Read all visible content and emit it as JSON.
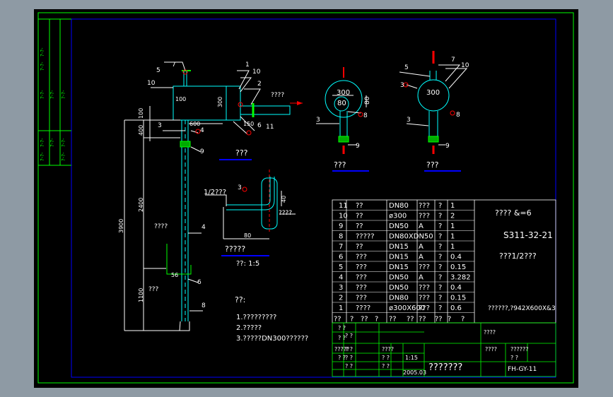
{
  "colors": {
    "canvas": "#000000",
    "frame": "#00ff00",
    "line": "#ffffff",
    "pipe": "#00ffff",
    "dim": "#ff0000",
    "text": "#ffffff",
    "underline": "#0000ff",
    "table": "#ffffff",
    "title_block": "#00ff00"
  },
  "side_strip": {
    "labels": [
      "?-?-",
      "?-?-",
      "?-?-",
      "?-?-",
      "?-?-",
      "?-?-",
      "?-?-",
      "?-?-",
      "?-?-",
      "?-?-"
    ]
  },
  "elevation_view": {
    "callouts": [
      "7",
      "5",
      "10",
      "1",
      "10",
      "2",
      "3",
      "4",
      "6",
      "11",
      "9",
      "4",
      "6",
      "8"
    ],
    "dims": [
      "100",
      "300",
      "100",
      "600",
      "150",
      "400",
      "2400",
      "3900",
      "1100",
      "56"
    ],
    "labels": {
      "inlet": "????",
      "caption": "???",
      "upper_note": "????",
      "lower_note": "???"
    }
  },
  "plan_view_left": {
    "callouts": [
      "3",
      "8",
      "9"
    ],
    "dims": [
      "300",
      "80",
      "80"
    ],
    "caption": "???"
  },
  "plan_view_right": {
    "callouts": [
      "7",
      "5",
      "10",
      "3",
      "3",
      "8",
      "9"
    ],
    "dims": [
      "300"
    ],
    "caption": "???"
  },
  "detail_view": {
    "slope_label": "1/2???",
    "callout": "3",
    "dims": [
      "40",
      "80"
    ],
    "side_label": "????",
    "caption": "?????",
    "scale": "??: 1:5"
  },
  "notes": {
    "title": "??:",
    "items": [
      "1.?????????",
      "2.?????",
      "3.?????DN300??????"
    ]
  },
  "parts_table": {
    "rows": [
      {
        "no": "11",
        "name": "??",
        "spec": "DN80",
        "mat": "???",
        "unit": "?",
        "qty": "1",
        "note": ""
      },
      {
        "no": "10",
        "name": "??",
        "spec": "ø300",
        "mat": "???",
        "unit": "?",
        "qty": "2",
        "note": ""
      },
      {
        "no": "9",
        "name": "??",
        "spec": "DN50",
        "mat": "A",
        "unit": "?",
        "qty": "1",
        "note": ""
      },
      {
        "no": "8",
        "name": "?????",
        "spec": "DN80XDN50",
        "mat": "",
        "unit": "?",
        "qty": "1",
        "note": ""
      },
      {
        "no": "7",
        "name": "??",
        "spec": "DN15",
        "mat": "A",
        "unit": "?",
        "qty": "1",
        "note": ""
      },
      {
        "no": "6",
        "name": "???",
        "spec": "DN15",
        "mat": "A",
        "unit": "?",
        "qty": "0.4",
        "note": ""
      },
      {
        "no": "5",
        "name": "???",
        "spec": "DN15",
        "mat": "???",
        "unit": "?",
        "qty": "0.15",
        "note": ""
      },
      {
        "no": "4",
        "name": "???",
        "spec": "DN50",
        "mat": "A",
        "unit": "?",
        "qty": "3.282",
        "note": ""
      },
      {
        "no": "3",
        "name": "???",
        "spec": "DN50",
        "mat": "???",
        "unit": "?",
        "qty": "0.4",
        "note": ""
      },
      {
        "no": "2",
        "name": "???",
        "spec": "DN80",
        "mat": "???",
        "unit": "?",
        "qty": "0.15",
        "note": ""
      },
      {
        "no": "1",
        "name": "????",
        "spec": "ø300X600",
        "mat": "???",
        "unit": "?",
        "qty": "0.6",
        "note": "??????,?942X600X&3"
      }
    ],
    "header": [
      "??",
      "?",
      "??",
      "?",
      "??",
      "??",
      "??",
      "??",
      "?",
      "?"
    ],
    "right_notes": [
      "????  &=6",
      "S311-32-21",
      "???1/2???"
    ]
  },
  "title_block": {
    "cells": [
      "? ?",
      "? ?",
      "? ?",
      "?????",
      "? ?",
      "? ?",
      "????",
      "? ?",
      "? ?",
      "1:15",
      "? ?",
      "? ?",
      "2005.03",
      "????",
      "????",
      "??????",
      "? ?"
    ],
    "drawing_title": "???????",
    "drawing_no": "FH-GY-11"
  }
}
